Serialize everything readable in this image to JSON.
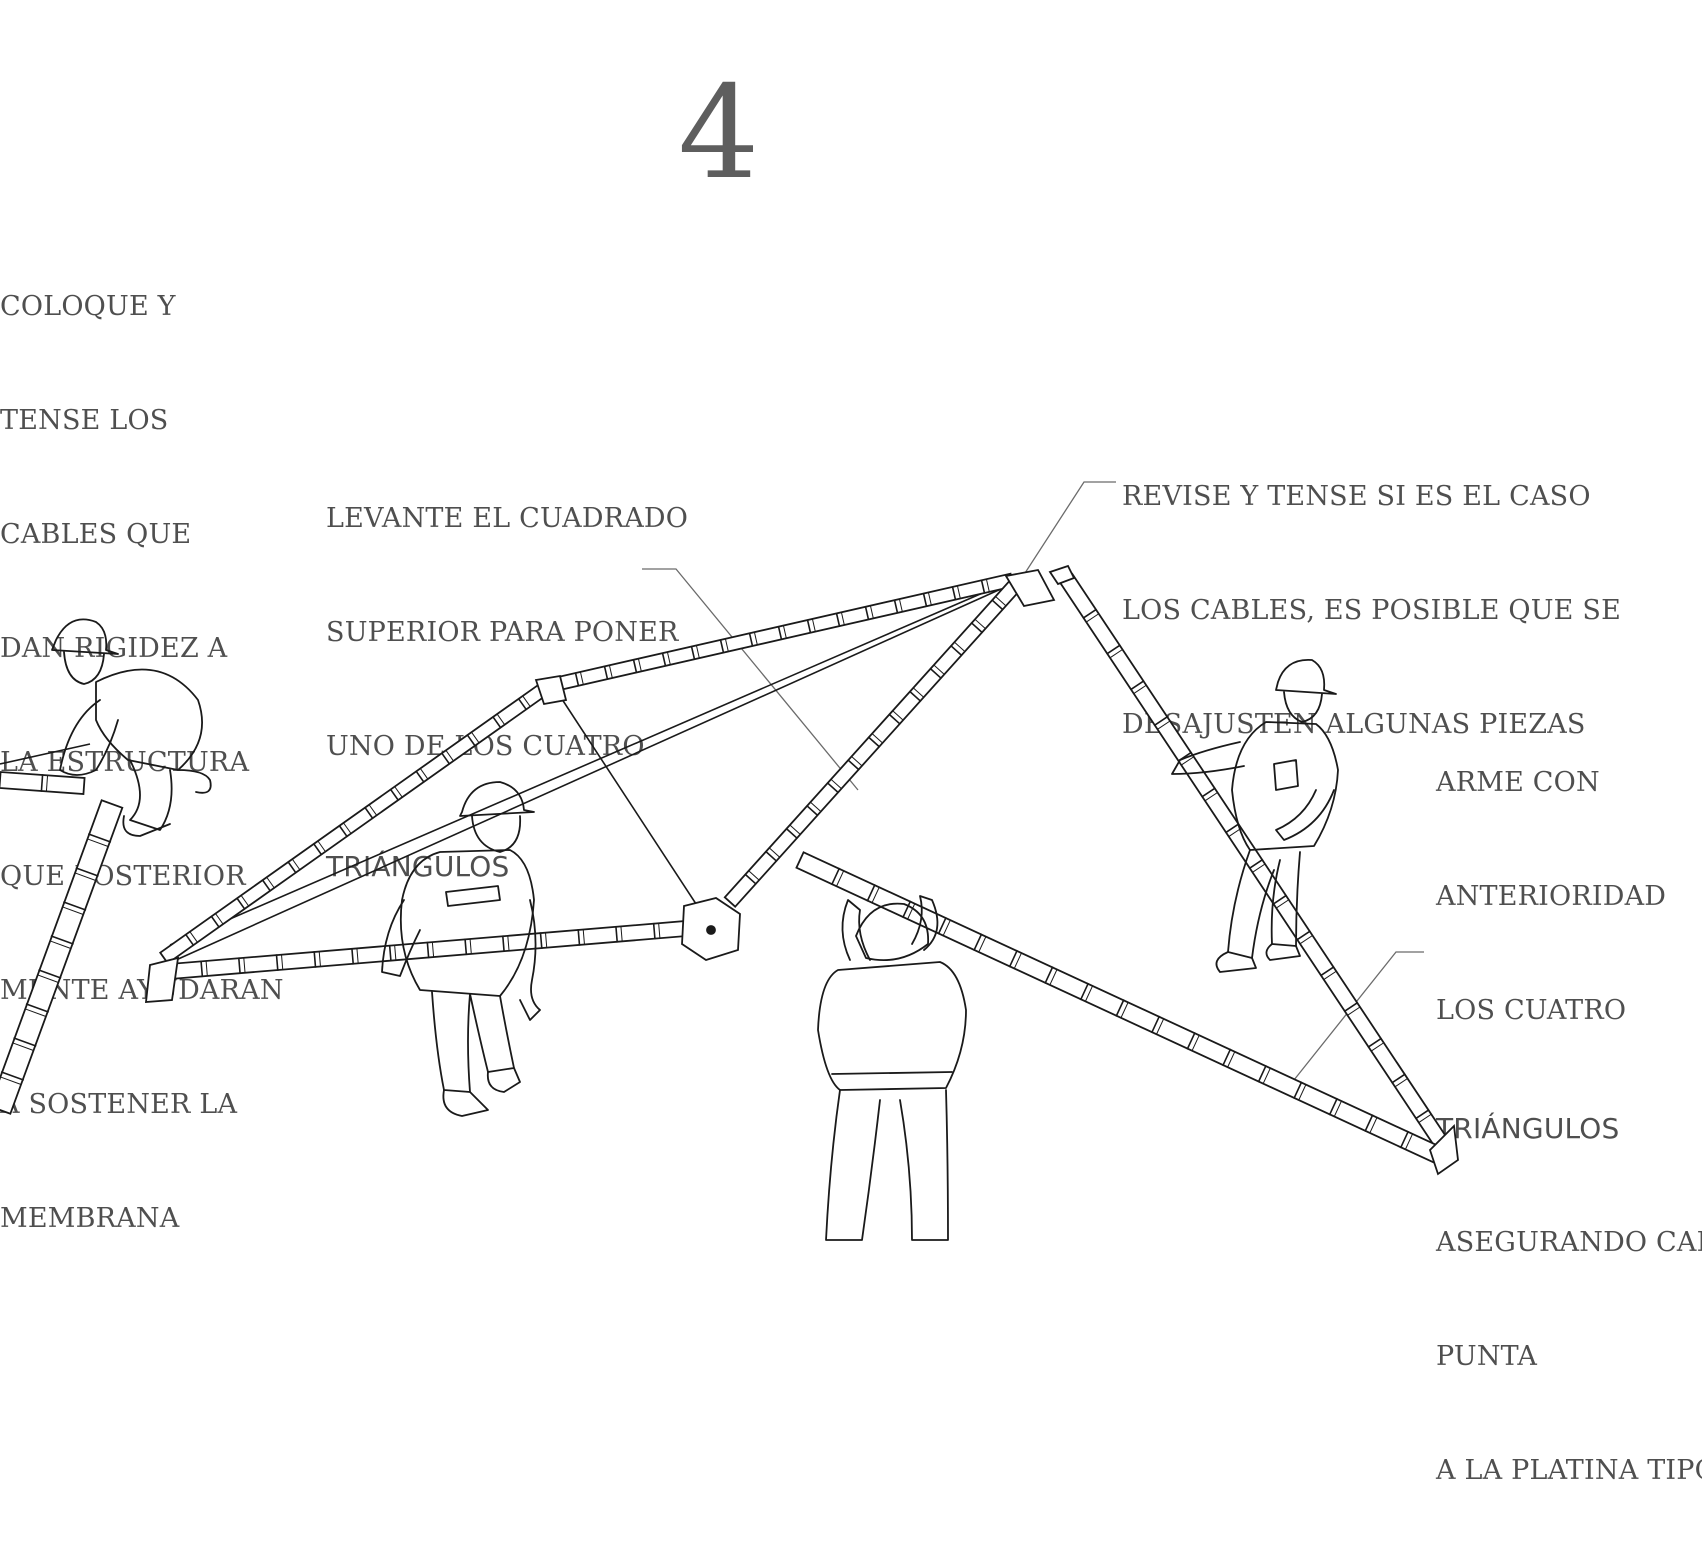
{
  "step": {
    "number": "4"
  },
  "notes": {
    "cables": {
      "lines": [
        "COLOQUE Y",
        "TENSE LOS",
        "CABLES QUE",
        "DAN RIGIDEZ A",
        "LA ESTRUCTURA",
        "QUE POSTERIOR",
        "MENTE AYUDARAN",
        "A SOSTENER LA",
        "MEMBRANA"
      ]
    },
    "levante": {
      "lines": [
        "LEVANTE EL CUADRADO",
        "SUPERIOR PARA PONER",
        "UNO DE LOS CUATRO",
        "TRIÁNGULOS"
      ]
    },
    "revise": {
      "lines": [
        "REVISE Y TENSE SI ES EL CASO",
        "LOS CABLES, ES POSIBLE QUE SE",
        "DESAJUSTEN ALGUNAS PIEZAS"
      ]
    },
    "arme": {
      "lines": [
        "ARME CON",
        "ANTERIORIDAD",
        "LOS CUATRO",
        "TRIÁNGULOS",
        "ASEGURANDO CAD",
        "PUNTA",
        "A LA PLATINA TIPO"
      ]
    }
  },
  "illustration": {
    "figures": [
      "worker-kneeling",
      "worker-left-carrying",
      "worker-center-lifting",
      "worker-right-holding"
    ],
    "structure": "tubular-frame",
    "line_color": "#1a1a1a",
    "leader_color": "#6b6b6b"
  }
}
